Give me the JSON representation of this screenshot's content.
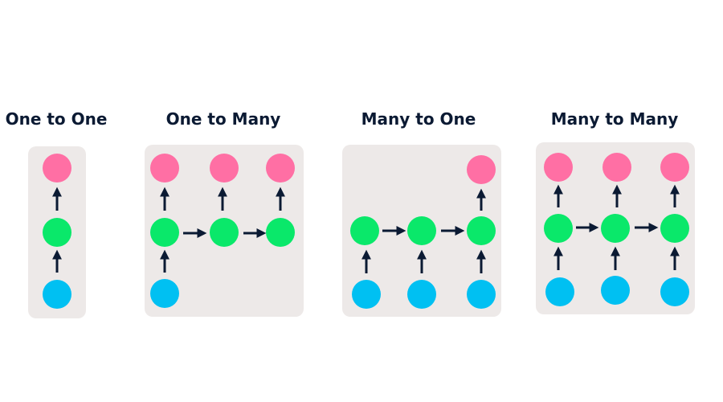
{
  "colors": {
    "output": "#ff6fa4",
    "hidden": "#0ae86a",
    "input": "#00c0f2",
    "panel": "#ede9e8",
    "arrow": "#0b1a33"
  },
  "diagrams": [
    {
      "title": "One to One"
    },
    {
      "title": "One to Many"
    },
    {
      "title": "Many to One"
    },
    {
      "title": "Many to Many"
    }
  ]
}
